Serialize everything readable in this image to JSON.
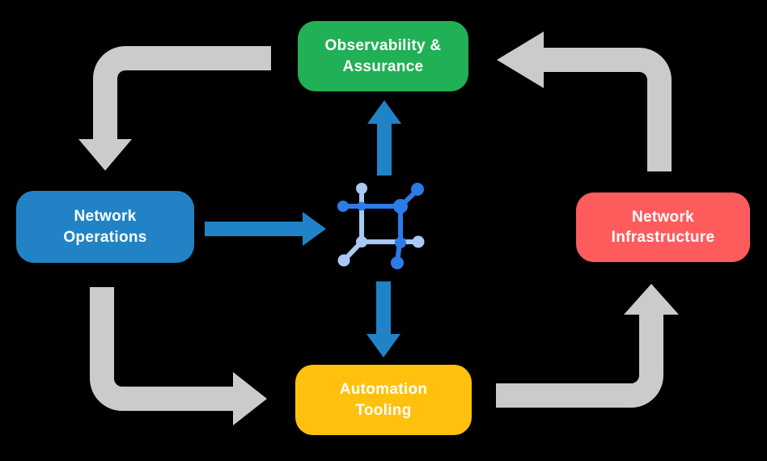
{
  "diagram": {
    "nodes": [
      {
        "id": "observability",
        "label": "Observability &\nAssurance",
        "color": "#21B055"
      },
      {
        "id": "operations",
        "label": "Network\nOperations",
        "color": "#2183C5"
      },
      {
        "id": "infrastructure",
        "label": "Network\nInfrastructure",
        "color": "#FE5C5C"
      },
      {
        "id": "automation",
        "label": "Automation\nTooling",
        "color": "#FFC10D"
      }
    ],
    "center_icon": {
      "name": "network-mesh-icon",
      "color_primary": "#2C7CE8",
      "color_secondary": "#A9C9F4"
    },
    "flows": {
      "outer_cycle": [
        {
          "from": "Observability & Assurance",
          "to": "Network Operations"
        },
        {
          "from": "Network Operations",
          "to": "Automation Tooling"
        },
        {
          "from": "Automation Tooling",
          "to": "Network Infrastructure"
        },
        {
          "from": "Network Infrastructure",
          "to": "Observability & Assurance"
        }
      ],
      "center_links": [
        {
          "from": "Network Operations",
          "to": "center"
        },
        {
          "from": "center",
          "to": "Observability & Assurance"
        },
        {
          "from": "center",
          "to": "Automation Tooling"
        }
      ]
    },
    "colors": {
      "background": "#000000",
      "arrow_gray": "#CBCBCB",
      "arrow_blue": "#2083C8",
      "text": "#FFFFFF"
    }
  }
}
